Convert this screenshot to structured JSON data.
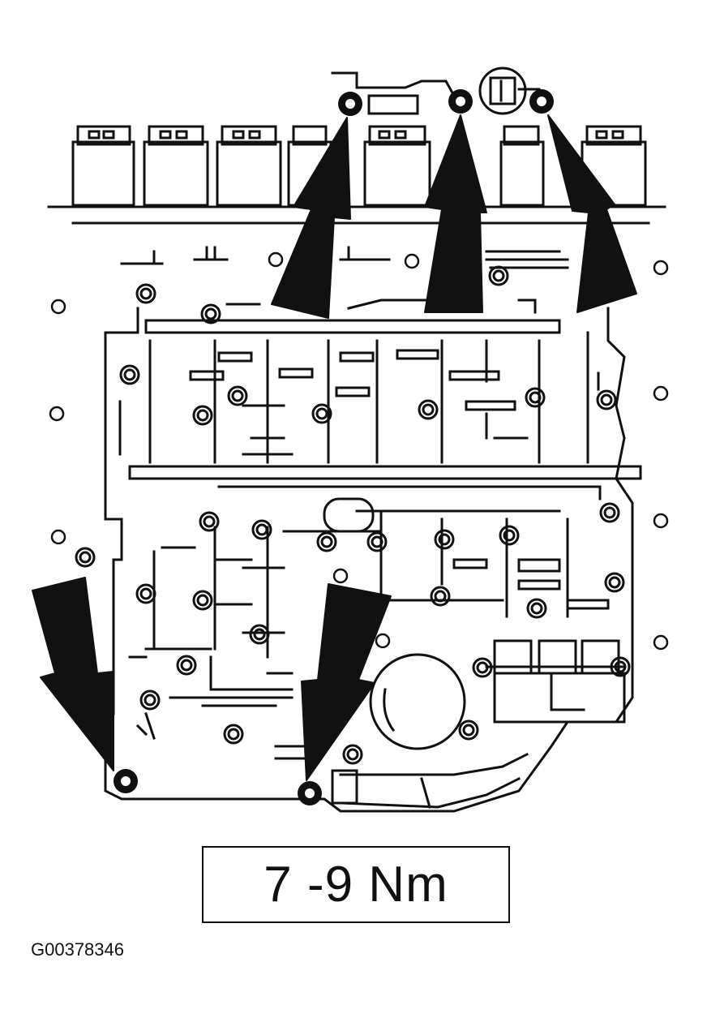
{
  "torque_spec": "7 -9 Nm",
  "figure_id": "G00378346",
  "colors": {
    "ink": "#111111",
    "background": "#ffffff"
  },
  "callouts": {
    "arrow_count": 5,
    "indicated_bolt_count": 5
  }
}
